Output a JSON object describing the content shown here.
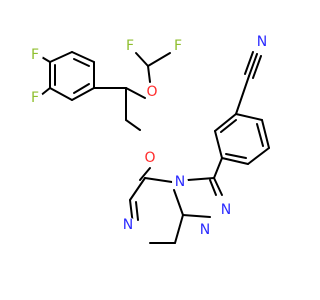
{
  "colors": {
    "carbon_bond": "#000000",
    "nitrogen": "#2b2bff",
    "oxygen": "#ff2b2b",
    "fluorine": "#8fbf2f",
    "background": "#ffffff"
  },
  "atoms": {
    "f_ring_top": "F",
    "f_ring_mid": "F",
    "f_chf2_left": "F",
    "f_chf2_right": "F",
    "o_ether_upper": "O",
    "o_ether_lower": "O",
    "n_nitrile": "N",
    "n_ring_bridge": "N",
    "n_triazole_1": "N",
    "n_triazole_2": "N",
    "n_pyrazine": "N"
  }
}
